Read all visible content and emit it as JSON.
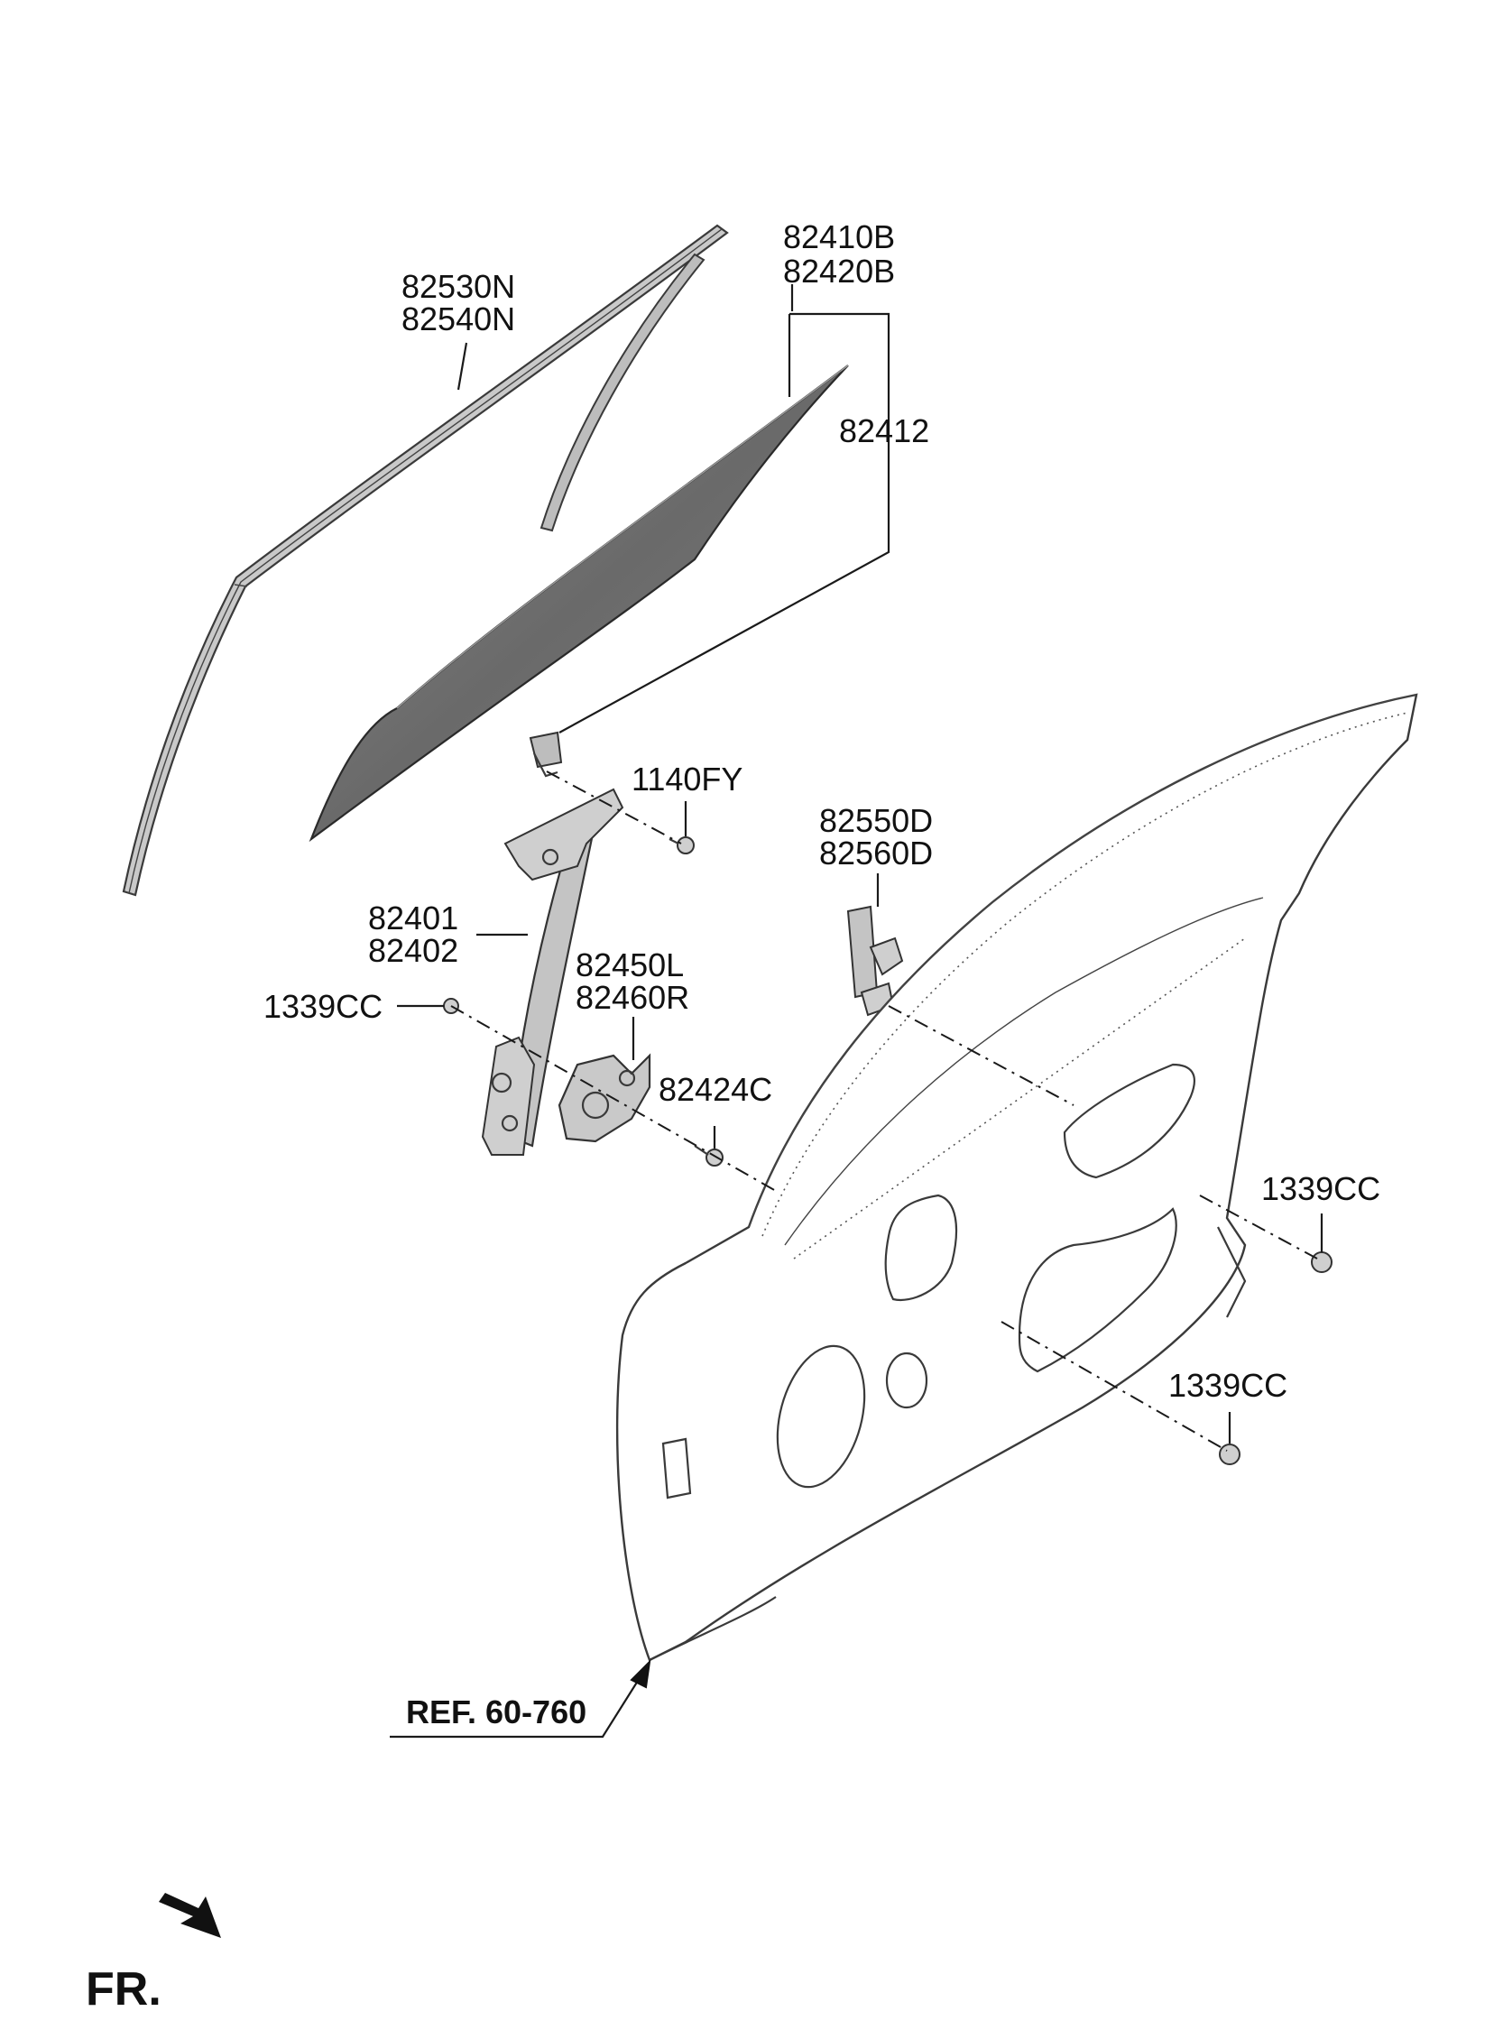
{
  "colors": {
    "ink": "#111111",
    "glass": "#6e6e6e",
    "part_fill": "#b8b8b8"
  },
  "callouts": {
    "weatherstrip": [
      "82530N",
      "82540N"
    ],
    "glass": [
      "82410B",
      "82420B"
    ],
    "glass_clip": "82412",
    "bolt_top": "1140FY",
    "regulator": [
      "82401",
      "82402"
    ],
    "nut_left": "1339CC",
    "motor": [
      "82450L",
      "82460R"
    ],
    "bolt_motor": "82424C",
    "channel": [
      "82550D",
      "82560D"
    ],
    "nut_right": "1339CC",
    "nut_bottom": "1339CC"
  },
  "reference": "REF. 60-760",
  "front_marker": "FR."
}
